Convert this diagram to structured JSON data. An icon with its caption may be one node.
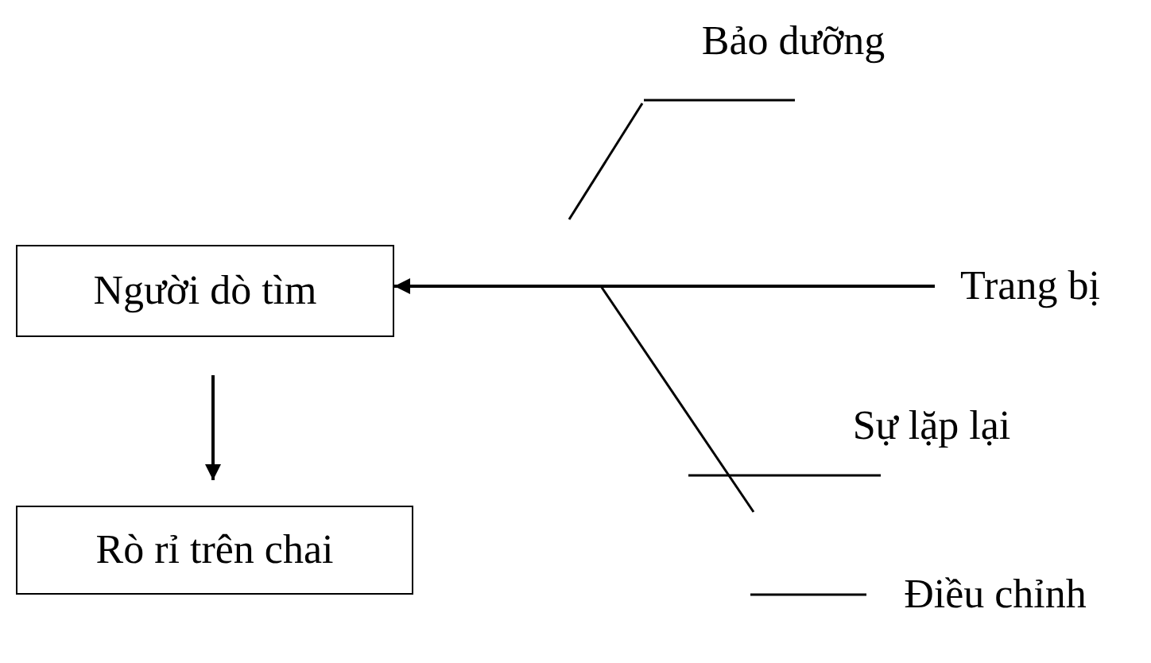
{
  "diagram": {
    "nodes": [
      {
        "text": [
          "Người dò tìm"
        ]
      },
      {
        "text": [
          "Rò rỉ trên chai"
        ]
      },
      {
        "text": [
          "Bảo dưỡng"
        ]
      },
      {
        "text": [
          "Trang bị"
        ]
      },
      {
        "text": [
          "Sự lặp lại"
        ]
      },
      {
        "text": [
          "Điều chỉnh"
        ]
      }
    ],
    "edges": [
      {
        "from": 0,
        "to": 1,
        "arrow": "to"
      },
      {
        "from": 3,
        "to": 0,
        "arrow": "to"
      }
    ]
  }
}
